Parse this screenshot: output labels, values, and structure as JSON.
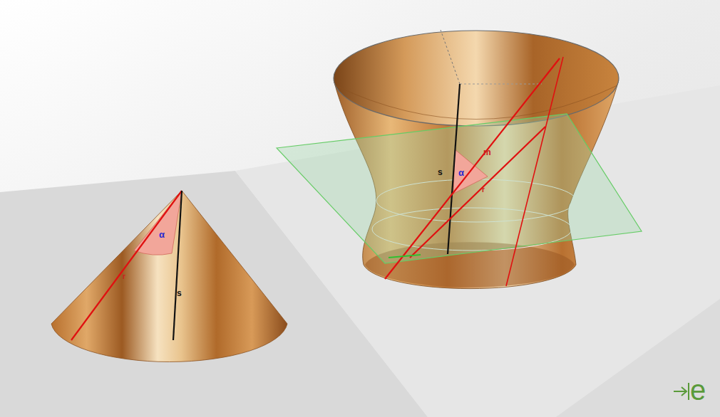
{
  "diagram": {
    "labels": [
      "α",
      "s",
      "r",
      "s",
      "α",
      "m",
      "r",
      "e"
    ]
  }
}
